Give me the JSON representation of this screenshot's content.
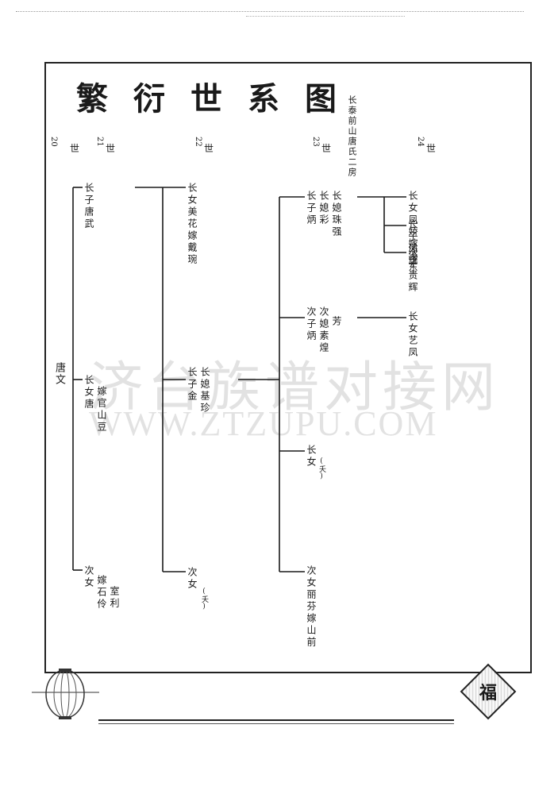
{
  "title": "繁衍世系图",
  "subtitle": "长泰前山唐氏二房",
  "generations": [
    {
      "num": "20",
      "label": "世"
    },
    {
      "num": "21",
      "label": "世"
    },
    {
      "num": "22",
      "label": "世"
    },
    {
      "num": "23",
      "label": "世"
    },
    {
      "num": "24",
      "label": "世"
    }
  ],
  "people": {
    "root": "唐文",
    "g21_son": "长子唐武",
    "g21_dau1_a": "长女唐",
    "g21_dau1_b": "嫁官山豆",
    "g21_dau2_a": "次女",
    "g21_dau2_b": "嫁石伶",
    "g21_dau2_c": "室利",
    "g22_dau1": "长女美花嫁戴琬",
    "g22_son_a": "长子金",
    "g22_son_b": "长媳基珍",
    "g22_dau2": "次女",
    "g22_dau2_note": "(夭)",
    "g23_son1_a": "长子炳",
    "g23_son1_b": "长媳珠强",
    "g23_son1_c": "长媳彩",
    "g23_son2_a": "次子炳",
    "g23_son2_b": "次媳素煌",
    "g23_son2_c": "芳",
    "g23_dau1": "长女",
    "g23_dau1_note": "(夭)",
    "g23_dau2": "次女丽芬嫁山前",
    "g24_a": "长女凤娇嫁溪东",
    "g24_b": "长子凤辉",
    "g24_c": "次子贵辉",
    "g24_d": "长女艺凤"
  },
  "watermark_cn": "济台族谱对接网",
  "watermark_en": "WWW.ZTZUPU.COM",
  "blessing": "福"
}
